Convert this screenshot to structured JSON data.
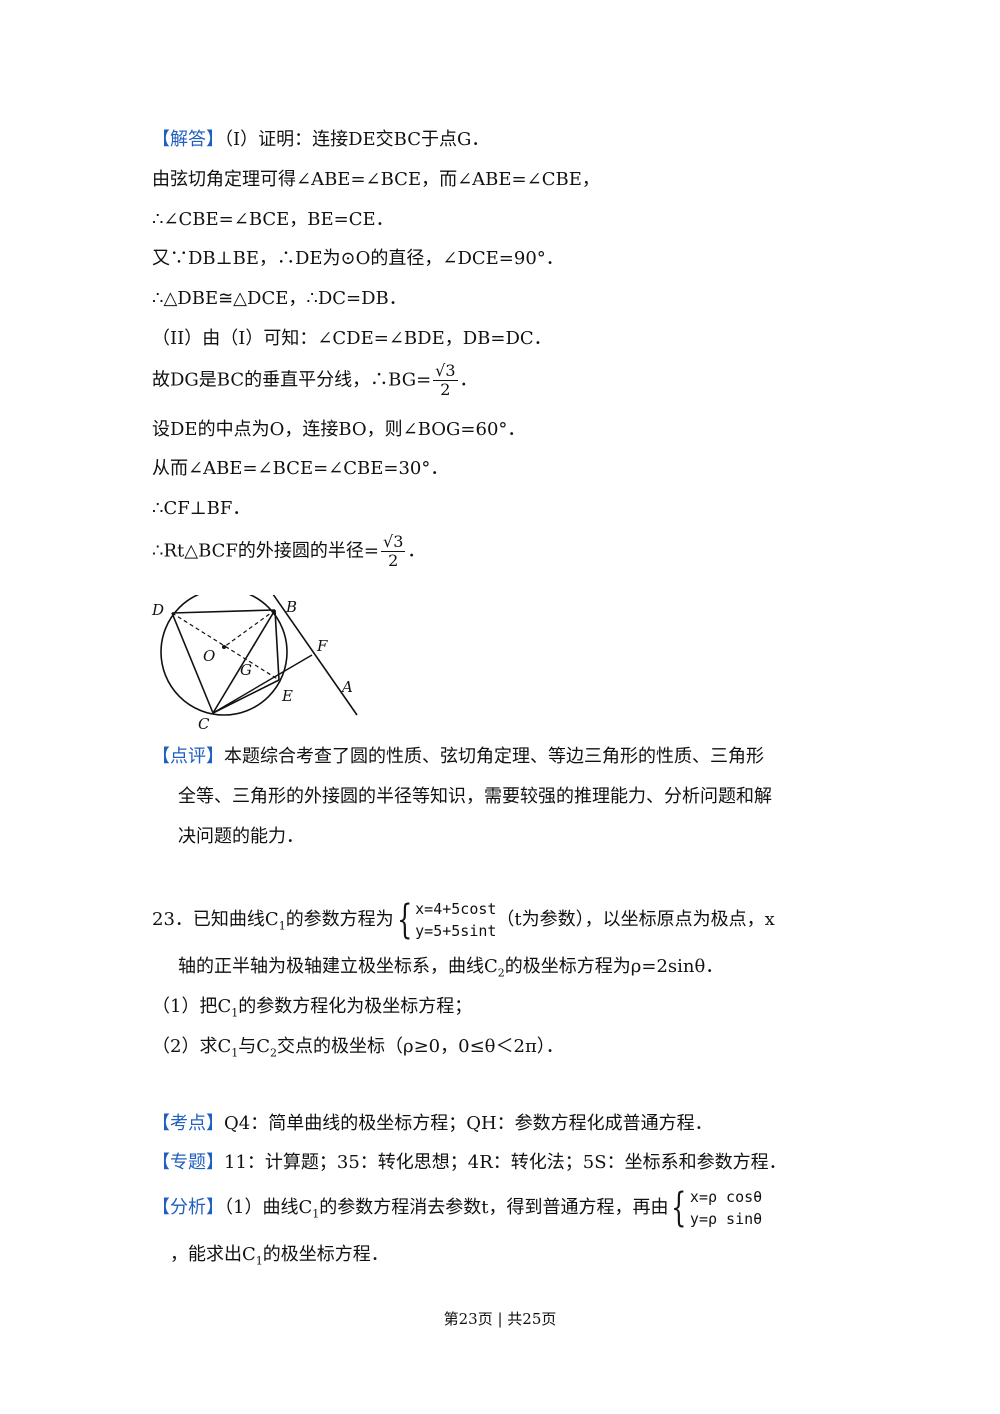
{
  "answer": {
    "tag": "【解答】",
    "l1": "（I）证明：连接DE交BC于点G．",
    "l2": "由弦切角定理可得∠ABE=∠BCE，而∠ABE=∠CBE，",
    "l3": "∴∠CBE=∠BCE，BE=CE．",
    "l4": "又∵DB⊥BE，∴DE为⊙O的直径，∠DCE=90°．",
    "l5": "∴△DBE≅△DCE，∴DC=DB．",
    "l6": "（II）由（I）可知：∠CDE=∠BDE，DB=DC．",
    "l7_pre": "故DG是BC的垂直平分线，∴BG=",
    "l7_num": "√3",
    "l7_den": "2",
    "l7_post": "．",
    "l8": "设DE的中点为O，连接BO，则∠BOG=60°．",
    "l9": "从而∠ABE=∠BCE=∠CBE=30°．",
    "l10": "∴CF⊥BF．",
    "l11_pre": "∴Rt△BCF的外接圆的半径=",
    "l11_num": "√3",
    "l11_den": "2",
    "l11_post": "．"
  },
  "figure": {
    "labels": {
      "D": "D",
      "B": "B",
      "O": "O",
      "G": "G",
      "F": "F",
      "A": "A",
      "E": "E",
      "C": "C"
    }
  },
  "comment": {
    "tag": "【点评】",
    "l1": "本题综合考查了圆的性质、弦切角定理、等边三角形的性质、三角形",
    "l2": "全等、三角形的外接圆的半径等知识，需要较强的推理能力、分析问题和解",
    "l3": "决问题的能力．"
  },
  "q23": {
    "l1_pre": "23．已知曲线C",
    "l1_sub": "1",
    "l1_mid": "的参数方程为",
    "sys1": "x=4+5cost",
    "sys2": "y=5+5sint",
    "l1_post": "（t为参数），以坐标原点为极点，x",
    "l2_pre": "轴的正半轴为极轴建立极坐标系，曲线C",
    "l2_sub": "2",
    "l2_post": "的极坐标方程为ρ=2sinθ．",
    "l3_pre": "（1）把C",
    "l3_sub": "1",
    "l3_post": "的参数方程化为极坐标方程；",
    "l4_pre": "（2）求C",
    "l4_sub1": "1",
    "l4_mid": "与C",
    "l4_sub2": "2",
    "l4_post": "交点的极坐标（ρ≥0，0≤θ＜2π）．"
  },
  "kaodian": {
    "tag": "【考点】",
    "text": "Q4：简单曲线的极坐标方程；QH：参数方程化成普通方程．"
  },
  "zhuanti": {
    "tag": "【专题】",
    "text": "11：计算题；35：转化思想；4R：转化法；5S：坐标系和参数方程．"
  },
  "fenxi": {
    "tag": "【分析】",
    "l1_pre": "（1）曲线C",
    "l1_sub": "1",
    "l1_post": "的参数方程消去参数t，得到普通方程，再由",
    "sys1": "x=ρ cosθ",
    "sys2": "y=ρ sinθ",
    "l2_pre": "，能求出C",
    "l2_sub": "1",
    "l2_post": "的极坐标方程．"
  },
  "footer": "第23页 | 共25页"
}
